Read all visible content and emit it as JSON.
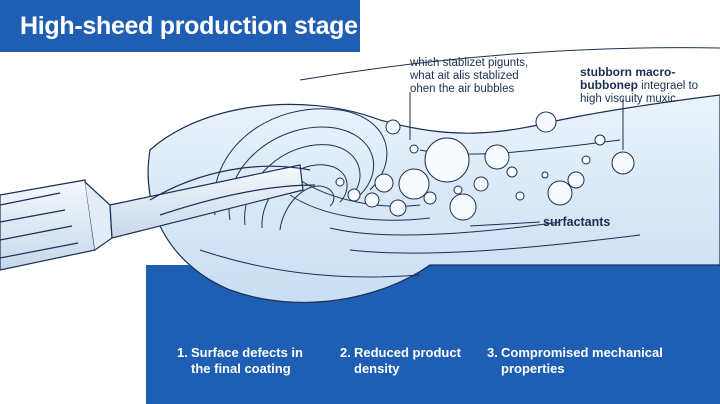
{
  "title": "High-sheed production stage",
  "annotations": {
    "left_line1": "which stablizet pigunts,",
    "left_line2": "what ait alis stablized",
    "left_line3": "ohen the air bubbles",
    "right_line1": "stubborn macro-",
    "right_line2a": "bubbonep",
    "right_line2b": " integrael to",
    "right_line3": "high viscuity muxic",
    "surfactants": "surfactants"
  },
  "consequences": [
    {
      "num": "1.",
      "line1": "Surface defects in",
      "line2": "the final coating"
    },
    {
      "num": "2.",
      "line1": "Reduced product",
      "line2": "density"
    },
    {
      "num": "3.",
      "line1": "Compromised mechanical",
      "line2": "properties"
    }
  ],
  "colors": {
    "accent_blue": "#1f5fb3",
    "liquid_light": "#d6e8f7",
    "line_dark": "#1b2f55"
  }
}
